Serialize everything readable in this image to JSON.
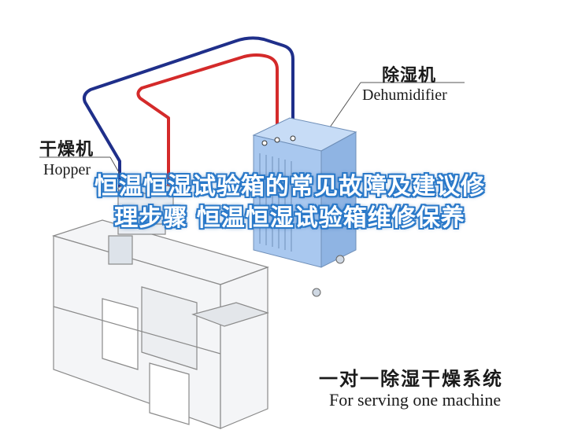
{
  "labels": {
    "dehumidifier_cn": "除湿机",
    "dehumidifier_en": "Dehumidifier",
    "hopper_cn": "干燥机",
    "hopper_en": "Hopper",
    "system_cn": "一对一除湿干燥系统",
    "system_en": "For serving one machine"
  },
  "overlay": {
    "title": "恒温恒湿试验箱的常见故障及建议修理步骤 恒温恒湿试验箱维修保养"
  },
  "colors": {
    "pipe_blue": "#1f2f8a",
    "pipe_red": "#d42a2a",
    "dehumidifier_body": "#a9c8ef",
    "machine_line": "#8a8a8a",
    "title_outline": "#2a79c9"
  }
}
